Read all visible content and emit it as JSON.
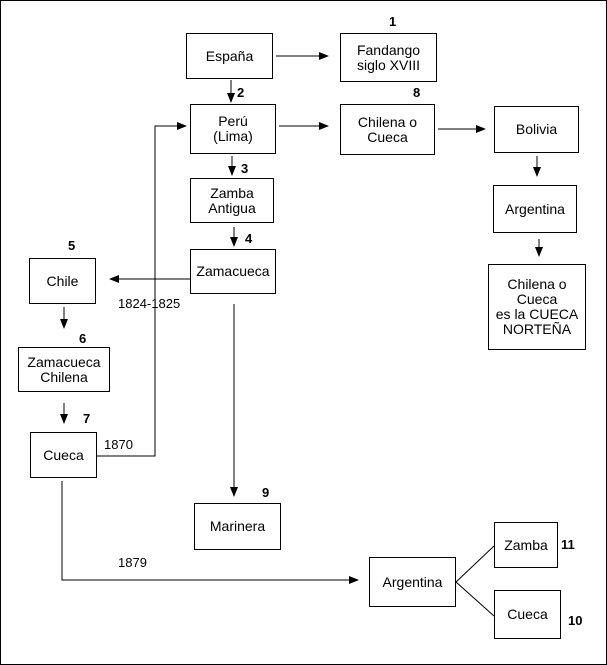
{
  "nodes": {
    "espana": {
      "label": "España"
    },
    "fandango": {
      "label": "Fandango\nsiglo XVIII",
      "num": "1"
    },
    "peru": {
      "label": "Perú\n(Lima)",
      "num": "2"
    },
    "chilena": {
      "label": "Chilena o\nCueca",
      "num": "8"
    },
    "bolivia": {
      "label": "Bolivia"
    },
    "zamba_antigua": {
      "label": "Zamba\nAntigua",
      "num": "3"
    },
    "argentina_n": {
      "label": "Argentina"
    },
    "zamacueca": {
      "label": "Zamacueca",
      "num": "4"
    },
    "chile": {
      "label": "Chile",
      "num": "5"
    },
    "cueca_nortena": {
      "label": "Chilena o\nCueca\nes la CUECA\nNORTEÑA"
    },
    "zamacueca_ch": {
      "label": "Zamacueca\nChilena",
      "num": "6"
    },
    "cueca": {
      "label": "Cueca",
      "num": "7"
    },
    "marinera": {
      "label": "Marinera",
      "num": "9"
    },
    "argentina_s": {
      "label": "Argentina"
    },
    "zamba": {
      "label": "Zamba",
      "num": "11"
    },
    "cueca_s": {
      "label": "Cueca",
      "num": "10"
    }
  },
  "years": {
    "y1824": "1824-1825",
    "y1870": "1870",
    "y1879": "1879"
  },
  "colors": {
    "line": "#000000",
    "background": "#ffffff"
  }
}
